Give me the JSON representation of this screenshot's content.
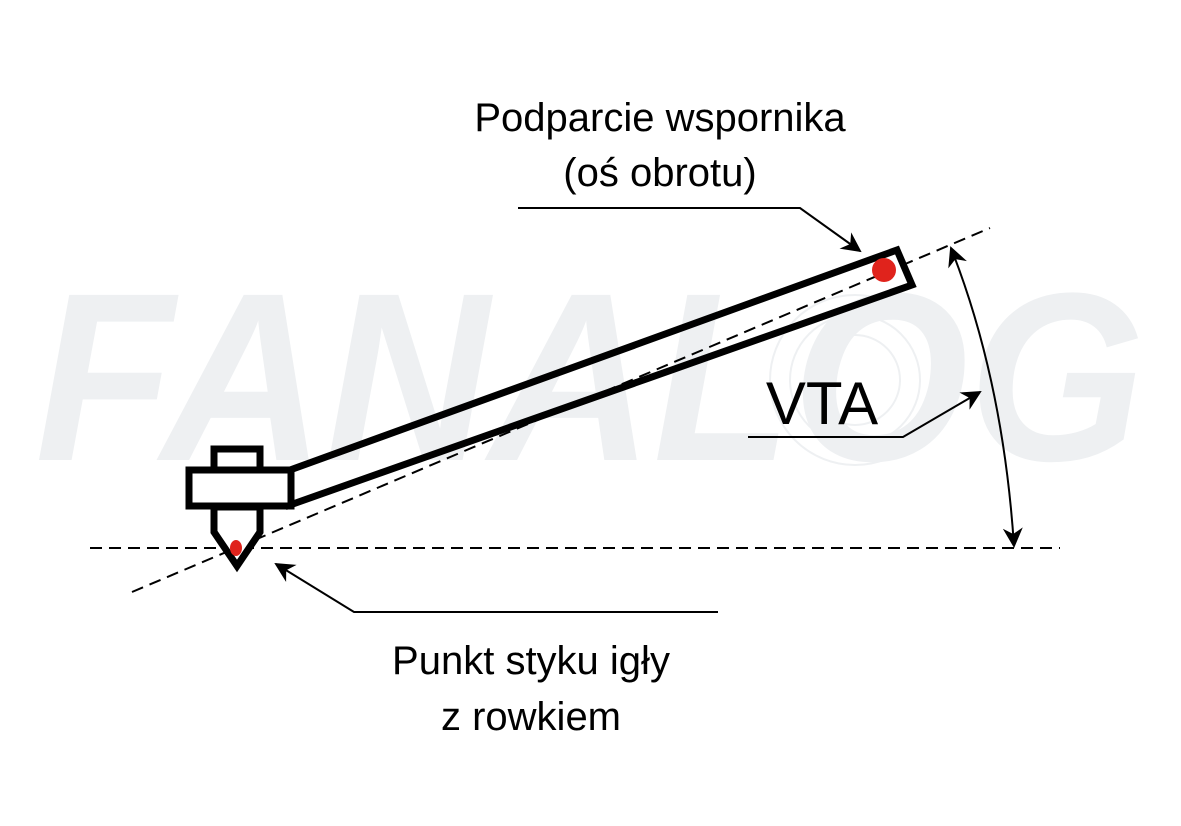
{
  "watermark": {
    "text": "FANALOG",
    "color": "#eef0f2"
  },
  "labels": {
    "pivot_line1": "Podparcie wspornika",
    "pivot_line2": "(oś obrotu)",
    "vta": "VTA",
    "contact_line1": "Punkt styku igły",
    "contact_line2": "z rowkiem"
  },
  "colors": {
    "stroke": "#000000",
    "marker": "#e0231c",
    "background": "#ffffff"
  }
}
